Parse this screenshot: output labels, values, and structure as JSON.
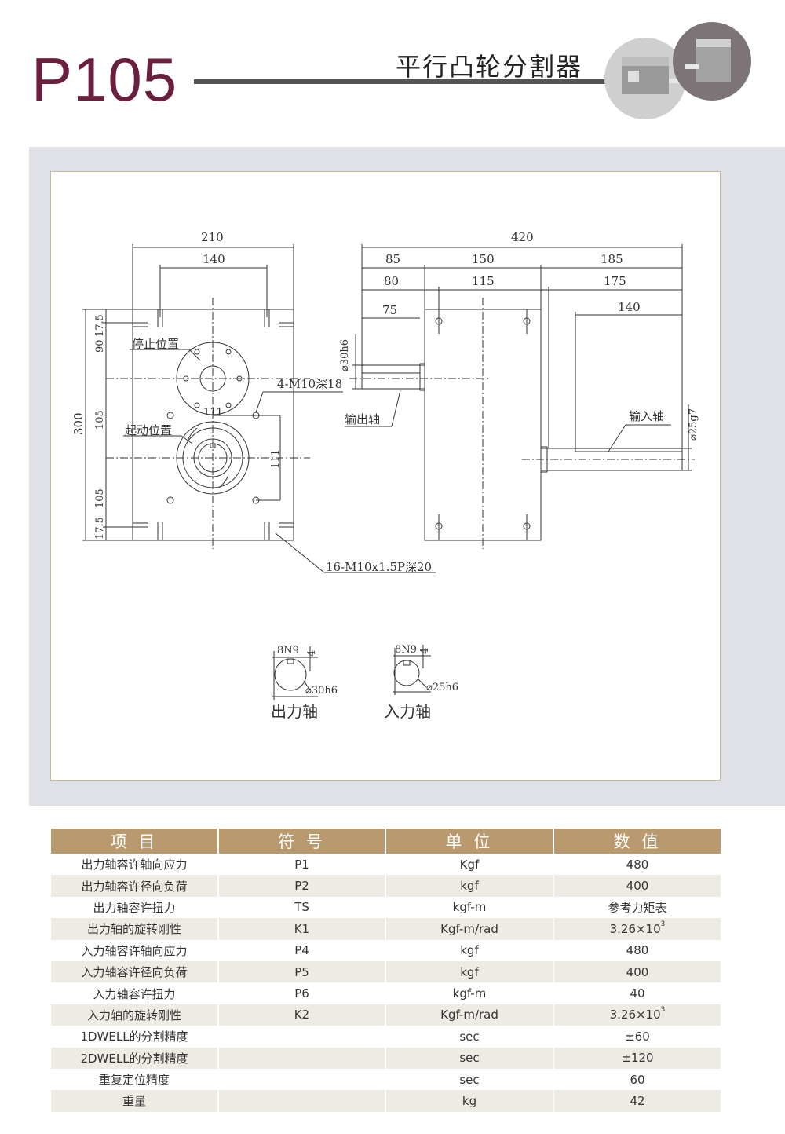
{
  "header": {
    "model": "P105",
    "subtitle": "平行凸轮分割器"
  },
  "drawing": {
    "front_view": {
      "dim_width": "210",
      "dim_hole_span": "140",
      "dim_height": "300",
      "dim_v1": "17.5",
      "dim_v2": "90",
      "dim_v3": "105",
      "dim_v4": "105",
      "dim_v5": "17.5",
      "dim_center_h": "111",
      "dim_center_v": "111",
      "label_stop": "停止位置",
      "label_start": "起动位置",
      "label_holes": "4-M10深18",
      "label_mount_holes": "16-M10x1.5P深20"
    },
    "side_view": {
      "dim_total": "420",
      "dim_a": "85",
      "dim_b": "150",
      "dim_c": "185",
      "dim_d": "80",
      "dim_e": "115",
      "dim_f": "175",
      "dim_g": "75",
      "dim_h": "140",
      "dim_out_dia": "⌀30h6",
      "dim_in_dia": "⌀25g7",
      "label_output": "输出轴",
      "label_input": "输入轴"
    },
    "keyways": {
      "out_key": "8N9",
      "out_depth": "4",
      "out_dia": "⌀30h6",
      "out_label": "出力轴",
      "in_key": "8N9",
      "in_depth": "4",
      "in_dia": "⌀25h6",
      "in_label": "入力轴"
    }
  },
  "spec_table": {
    "headers": [
      "项 目",
      "符 号",
      "单 位",
      "数 值"
    ],
    "rows": [
      {
        "item": "出力轴容许轴向应力",
        "symbol": "P1",
        "unit": "Kgf",
        "value": "480"
      },
      {
        "item": "出力轴容许径向负荷",
        "symbol": "P2",
        "unit": "kgf",
        "value": "400"
      },
      {
        "item": "出力轴容许扭力",
        "symbol": "TS",
        "unit": "kgf-m",
        "value": "参考力矩表"
      },
      {
        "item": "出力轴的旋转刚性",
        "symbol": "K1",
        "unit": "Kgf-m/rad",
        "value": "3.26×10",
        "exp": "3"
      },
      {
        "item": "入力轴容许轴向应力",
        "symbol": "P4",
        "unit": "kgf",
        "value": "480"
      },
      {
        "item": "入力轴容许径向负荷",
        "symbol": "P5",
        "unit": "kgf",
        "value": "400"
      },
      {
        "item": "入力轴容许扭力",
        "symbol": "P6",
        "unit": "kgf-m",
        "value": "40"
      },
      {
        "item": "入力轴的旋转刚性",
        "symbol": "K2",
        "unit": "Kgf-m/rad",
        "value": "3.26×10",
        "exp": "3"
      },
      {
        "item": "1DWELL的分割精度",
        "symbol": "",
        "unit": "sec",
        "value": "±60"
      },
      {
        "item": "2DWELL的分割精度",
        "symbol": "",
        "unit": "sec",
        "value": "±120"
      },
      {
        "item": "重复定位精度",
        "symbol": "",
        "unit": "sec",
        "value": "60"
      },
      {
        "item": "重量",
        "symbol": "",
        "unit": "kg",
        "value": "42"
      }
    ]
  },
  "colors": {
    "model": "#6b1f3f",
    "table_header": "#b89a6e",
    "row_alt": "#eeebe4",
    "panel": "#dfe1e7",
    "frame": "#c8b89e"
  },
  "icons": [
    "product-photo-left",
    "product-photo-right"
  ]
}
